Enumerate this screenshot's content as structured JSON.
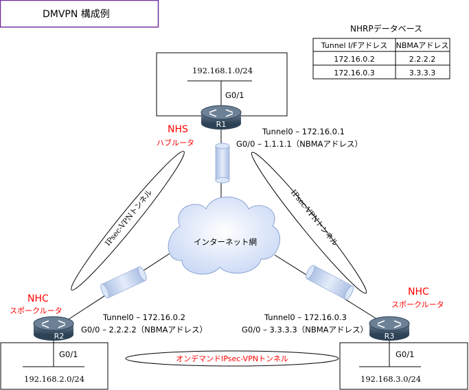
{
  "title": "DMVPN 構成例",
  "nhrp_table": {
    "caption": "NHRPデータベース",
    "headers": [
      "Tunnel I/Fアドレス",
      "NBMAアドレス"
    ],
    "rows": [
      [
        "172.16.0.2",
        "2.2.2.2"
      ],
      [
        "172.16.0.3",
        "3.3.3.3"
      ]
    ]
  },
  "r1": {
    "name": "R1",
    "lan": "192.168.1.0/24",
    "lan_if": "G0/1",
    "role": "NHS",
    "role_sub": "ハブルータ",
    "tunnel": "Tunnel0 – 172.16.0.1",
    "wan": "G0/0 – 1.1.1.1（NBMAアドレス）"
  },
  "r2": {
    "name": "R2",
    "lan": "192.168.2.0/24",
    "lan_if": "G0/1",
    "role": "NHC",
    "role_sub": "スポークルータ",
    "tunnel": "Tunnel0 – 172.16.0.2",
    "wan": "G0/0 – 2.2.2.2（NBMAアドレス）"
  },
  "r3": {
    "name": "R3",
    "lan": "192.168.3.0/24",
    "lan_if": "G0/1",
    "role": "NHC",
    "role_sub": "スポークルータ",
    "tunnel": "Tunnel0 – 172.16.0.3",
    "wan": "G0/0 – 3.3.3.3（NBMAアドレス）"
  },
  "internet": "インターネット網",
  "tunnel_left": "IPsec-VPNトンネル",
  "tunnel_right": "IPsec-VPNトンネル",
  "tunnel_bottom": "オンデマンドIPsec-VPNトンネル",
  "colors": {
    "title_border": "#7030a0",
    "role_text": "#ff0000",
    "router_top": "#5b6f82",
    "router_body": "#344a5f",
    "cloud_fill": "#dfe8fb",
    "tunnel_fill": "#c6d6f0",
    "tunnel_end": "#dbe7f8"
  }
}
